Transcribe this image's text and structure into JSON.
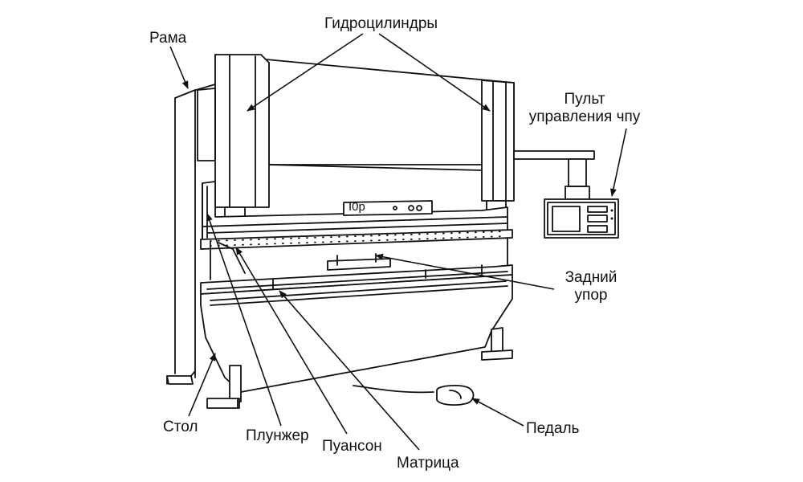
{
  "labels": {
    "rama": "Рама",
    "gidrocilindry": "Гидроцилиндры",
    "pult_line1": "Пульт",
    "pult_line2": "управления чпу",
    "zadniy_line1": "Задний",
    "zadniy_line2": "упор",
    "pedal": "Педаль",
    "stol": "Стол",
    "plunzher": "Плунжер",
    "punson": "Пуансон",
    "matrica": "Матрица"
  },
  "panel_text": "I0p"
}
